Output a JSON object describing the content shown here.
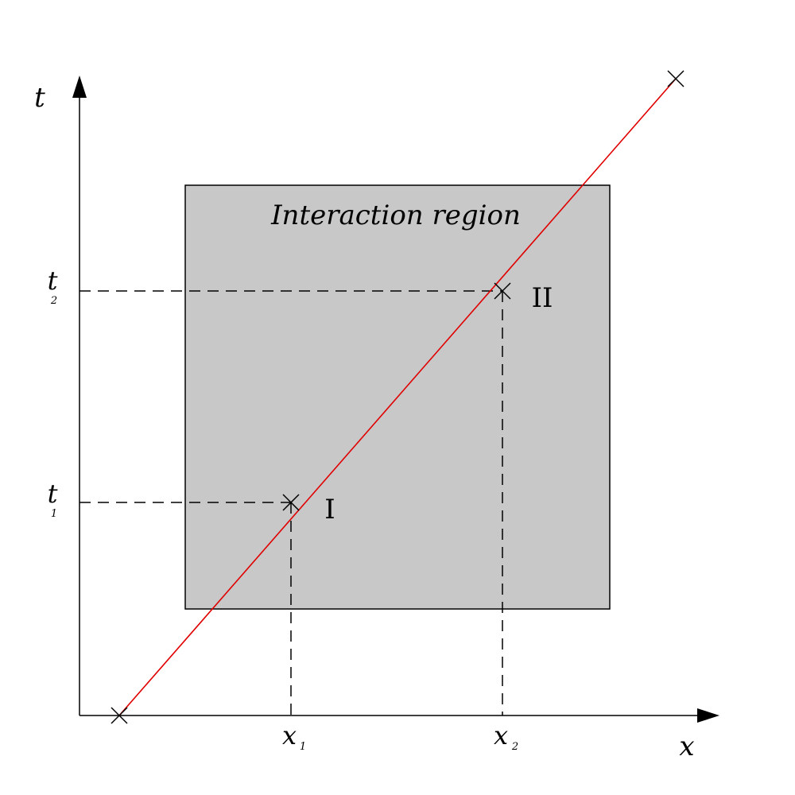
{
  "region": {
    "label": "Interaction region",
    "fill": "#c8c8c8"
  },
  "axes": {
    "x_label": "x",
    "t_label": "t"
  },
  "ticks": {
    "t1": {
      "main": "t",
      "sub": "1"
    },
    "t2": {
      "main": "t",
      "sub": "2"
    },
    "x1": {
      "main": "x",
      "sub": "1"
    },
    "x2": {
      "main": "x",
      "sub": "2"
    }
  },
  "events": {
    "first": "I",
    "second": "II"
  },
  "worldline_color": "#e00000"
}
